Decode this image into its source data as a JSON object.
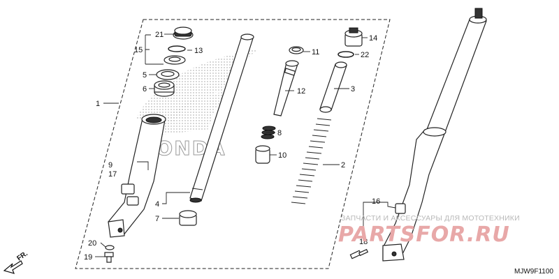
{
  "diagram": {
    "code": "MJW9F1100",
    "direction_label": "FR.",
    "brand_logo": "HONDA",
    "watermark": {
      "caption": "ЗАПЧАСТИ И АКСЕССУАРЫ ДЛЯ МОТОТЕХНИКИ",
      "logo": "PARTSFOR.RU"
    },
    "callouts": {
      "c1": "1",
      "c2": "2",
      "c3": "3",
      "c4": "4",
      "c5": "5",
      "c6": "6",
      "c7": "7",
      "c8": "8",
      "c9": "9",
      "c10": "10",
      "c11": "11",
      "c12": "12",
      "c13": "13",
      "c14": "14",
      "c15": "15",
      "c16": "16",
      "c17": "17",
      "c18": "18",
      "c19": "19",
      "c20": "20",
      "c21": "21",
      "c22": "22"
    }
  }
}
